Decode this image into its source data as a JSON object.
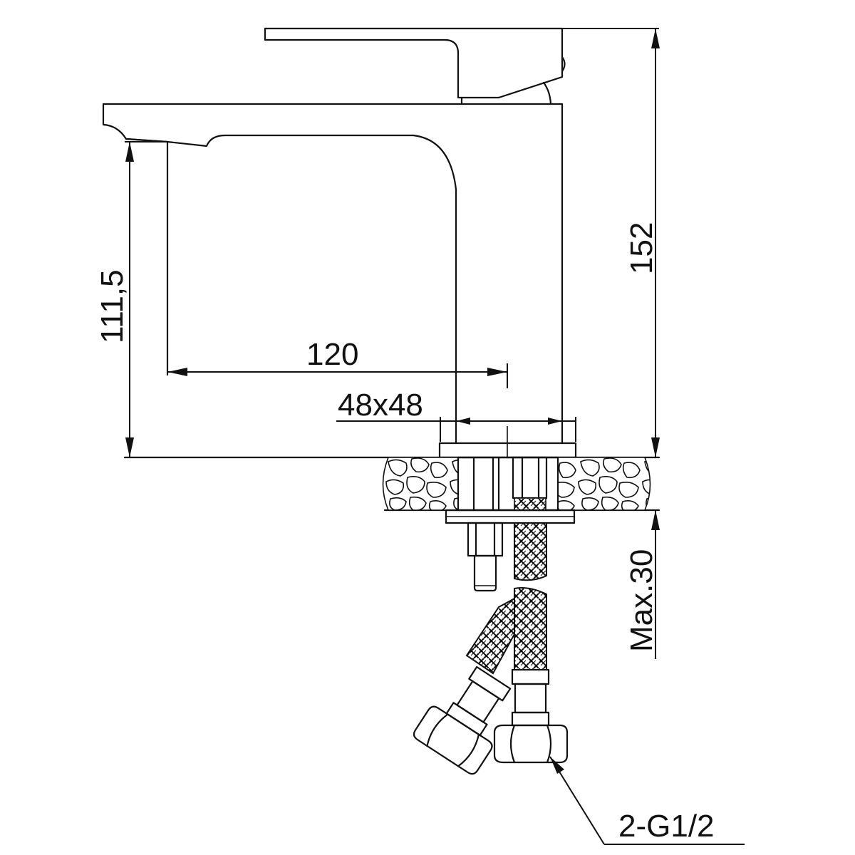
{
  "drawing": {
    "subject": "Single-lever basin mixer faucet, side elevation",
    "units": "mm",
    "colors": {
      "line": "#111111",
      "background": "#ffffff"
    }
  },
  "dimensions": {
    "total_height": "152",
    "spout_height": "111,5",
    "spout_reach": "120",
    "base_size": "48x48",
    "max_counter_thickness": "Max.30",
    "connection_thread": "2-G1/2"
  },
  "parts": {
    "lever_handle": "lever-handle",
    "body": "faucet-body",
    "spout": "spout",
    "base_flange": "base-flange",
    "countertop": "countertop-section",
    "mounting_plate": "mounting-plate",
    "threaded_stud": "threaded-stud",
    "braided_hoses": "braided-supply-hoses",
    "hex_nuts": "hex-connector-nuts"
  }
}
